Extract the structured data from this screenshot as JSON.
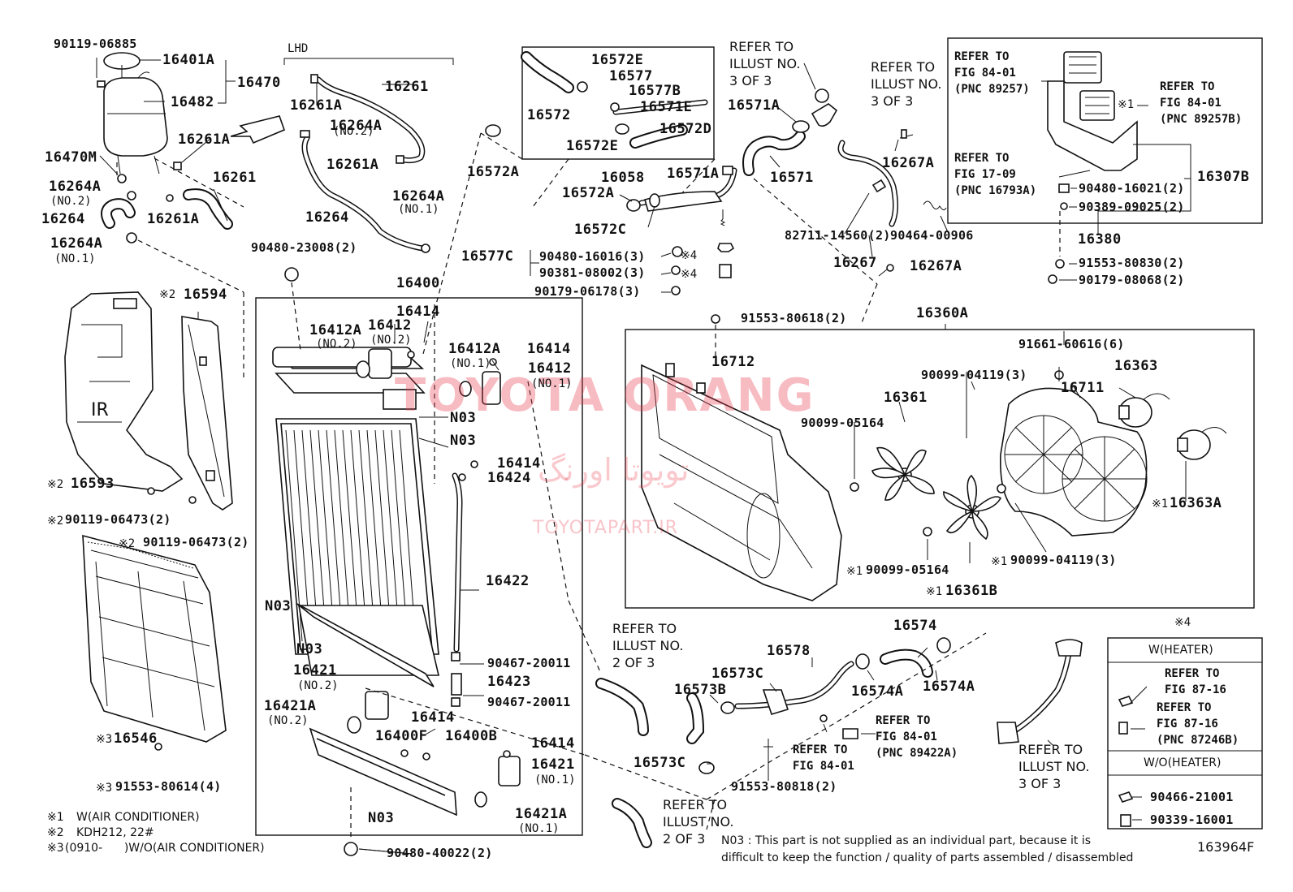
{
  "diagram": {
    "drawing_code": "163964F",
    "watermark": {
      "brand": "TOYOTA ORANG",
      "persian": "تویوتا اورنگ",
      "site": "TOYOTAPART.IR"
    },
    "section_lhd": "LHD",
    "part_labels": [
      {
        "id": "p01",
        "text": "90119-06885",
        "cls": "pn-s"
      },
      {
        "id": "p02",
        "text": "16401A",
        "cls": "pn"
      },
      {
        "id": "p03",
        "text": "16470",
        "cls": "pn"
      },
      {
        "id": "p04",
        "text": "16482",
        "cls": "pn"
      },
      {
        "id": "p05",
        "text": "16470M",
        "cls": "pn"
      },
      {
        "id": "p06",
        "text": "16261A",
        "cls": "pn"
      },
      {
        "id": "p07",
        "text": "16264A",
        "cls": "pn"
      },
      {
        "id": "p08",
        "text": "16261",
        "cls": "pn"
      },
      {
        "id": "p09",
        "text": "16264",
        "cls": "pn"
      },
      {
        "id": "p10",
        "text": "16261A",
        "cls": "pn"
      },
      {
        "id": "p11",
        "text": "16264A",
        "cls": "pn"
      },
      {
        "id": "p12",
        "text": "16261",
        "cls": "pn"
      },
      {
        "id": "p13",
        "text": "16261A",
        "cls": "pn"
      },
      {
        "id": "p14",
        "text": "16264A",
        "cls": "pn"
      },
      {
        "id": "p15",
        "text": "16261A",
        "cls": "pn"
      },
      {
        "id": "p16",
        "text": "16264",
        "cls": "pn"
      },
      {
        "id": "p17",
        "text": "16264A",
        "cls": "pn"
      },
      {
        "id": "p18",
        "text": "90480-23008(2)",
        "cls": "pn-s"
      },
      {
        "id": "p19",
        "text": "16400",
        "cls": "pn"
      },
      {
        "id": "p20",
        "text": "16414",
        "cls": "pn"
      },
      {
        "id": "p21",
        "text": "16412A",
        "cls": "pn"
      },
      {
        "id": "p22",
        "text": "16412",
        "cls": "pn"
      },
      {
        "id": "p23",
        "text": "16412A",
        "cls": "pn"
      },
      {
        "id": "p24",
        "text": "16414",
        "cls": "pn"
      },
      {
        "id": "p25",
        "text": "16412",
        "cls": "pn"
      },
      {
        "id": "p26",
        "text": "N03",
        "cls": "pn"
      },
      {
        "id": "p27",
        "text": "N03",
        "cls": "pn"
      },
      {
        "id": "p28",
        "text": "16414",
        "cls": "pn"
      },
      {
        "id": "p29",
        "text": "16424",
        "cls": "pn"
      },
      {
        "id": "p30",
        "text": "16422",
        "cls": "pn"
      },
      {
        "id": "p31",
        "text": "N03",
        "cls": "pn"
      },
      {
        "id": "p32",
        "text": "N03",
        "cls": "pn"
      },
      {
        "id": "p33",
        "text": "90467-20011",
        "cls": "pn-s"
      },
      {
        "id": "p34",
        "text": "16423",
        "cls": "pn"
      },
      {
        "id": "p35",
        "text": "90467-20011",
        "cls": "pn-s"
      },
      {
        "id": "p36",
        "text": "16421",
        "cls": "pn"
      },
      {
        "id": "p37",
        "text": "16421A",
        "cls": "pn"
      },
      {
        "id": "p38",
        "text": "16414",
        "cls": "pn"
      },
      {
        "id": "p39",
        "text": "16400F",
        "cls": "pn"
      },
      {
        "id": "p40",
        "text": "16400B",
        "cls": "pn"
      },
      {
        "id": "p41",
        "text": "16414",
        "cls": "pn"
      },
      {
        "id": "p42",
        "text": "16421",
        "cls": "pn"
      },
      {
        "id": "p43",
        "text": "16421A",
        "cls": "pn"
      },
      {
        "id": "p44",
        "text": "N03",
        "cls": "pn"
      },
      {
        "id": "p45",
        "text": "90480-40022(2)",
        "cls": "pn-s"
      },
      {
        "id": "p46",
        "text": "16594",
        "cls": "pn"
      },
      {
        "id": "p47",
        "text": "16593",
        "cls": "pn"
      },
      {
        "id": "p48",
        "text": "90119-06473(2)",
        "cls": "pn-s"
      },
      {
        "id": "p49",
        "text": "90119-06473(2)",
        "cls": "pn-s"
      },
      {
        "id": "p50",
        "text": "16546",
        "cls": "pn"
      },
      {
        "id": "p51",
        "text": "91553-80614(4)",
        "cls": "pn-s"
      },
      {
        "id": "p52",
        "text": "16572E",
        "cls": "pn"
      },
      {
        "id": "p53",
        "text": "16577",
        "cls": "pn"
      },
      {
        "id": "p54",
        "text": "16577B",
        "cls": "pn"
      },
      {
        "id": "p55",
        "text": "16572",
        "cls": "pn"
      },
      {
        "id": "p56",
        "text": "16571E",
        "cls": "pn"
      },
      {
        "id": "p57",
        "text": "16572D",
        "cls": "pn"
      },
      {
        "id": "p58",
        "text": "16572E",
        "cls": "pn"
      },
      {
        "id": "p59",
        "text": "16572A",
        "cls": "pn"
      },
      {
        "id": "p60",
        "text": "16058",
        "cls": "pn"
      },
      {
        "id": "p61",
        "text": "16571A",
        "cls": "pn"
      },
      {
        "id": "p62",
        "text": "16572A",
        "cls": "pn"
      },
      {
        "id": "p63",
        "text": "16572C",
        "cls": "pn"
      },
      {
        "id": "p64",
        "text": "16577C",
        "cls": "pn"
      },
      {
        "id": "p65",
        "text": "90480-16016(3)",
        "cls": "pn-s"
      },
      {
        "id": "p66",
        "text": "90381-08002(3)",
        "cls": "pn-s"
      },
      {
        "id": "p67",
        "text": "90179-06178(3)",
        "cls": "pn-s"
      },
      {
        "id": "p68",
        "text": "16571A",
        "cls": "pn"
      },
      {
        "id": "p69",
        "text": "16571",
        "cls": "pn"
      },
      {
        "id": "p70",
        "text": "16267A",
        "cls": "pn"
      },
      {
        "id": "p71",
        "text": "82711-14560(2)",
        "cls": "pn-s"
      },
      {
        "id": "p72",
        "text": "90464-00906",
        "cls": "pn-s"
      },
      {
        "id": "p73",
        "text": "16267",
        "cls": "pn"
      },
      {
        "id": "p74",
        "text": "16267A",
        "cls": "pn"
      },
      {
        "id": "p75",
        "text": "16307B",
        "cls": "pn"
      },
      {
        "id": "p76",
        "text": "90480-16021(2)",
        "cls": "pn-s"
      },
      {
        "id": "p77",
        "text": "90389-09025(2)",
        "cls": "pn-s"
      },
      {
        "id": "p78",
        "text": "16380",
        "cls": "pn"
      },
      {
        "id": "p79",
        "text": "91553-80830(2)",
        "cls": "pn-s"
      },
      {
        "id": "p80",
        "text": "90179-08068(2)",
        "cls": "pn-s"
      },
      {
        "id": "p81",
        "text": "91553-80618(2)",
        "cls": "pn-s"
      },
      {
        "id": "p82",
        "text": "16360A",
        "cls": "pn"
      },
      {
        "id": "p83",
        "text": "91661-60616(6)",
        "cls": "pn-s"
      },
      {
        "id": "p84",
        "text": "16712",
        "cls": "pn"
      },
      {
        "id": "p85",
        "text": "90099-04119(3)",
        "cls": "pn-s"
      },
      {
        "id": "p86",
        "text": "16363",
        "cls": "pn"
      },
      {
        "id": "p87",
        "text": "16361",
        "cls": "pn"
      },
      {
        "id": "p88",
        "text": "16711",
        "cls": "pn"
      },
      {
        "id": "p89",
        "text": "90099-05164",
        "cls": "pn-s"
      },
      {
        "id": "p90",
        "text": "16363A",
        "cls": "pn"
      },
      {
        "id": "p91",
        "text": "90099-04119(3)",
        "cls": "pn-s"
      },
      {
        "id": "p92",
        "text": "90099-05164",
        "cls": "pn-s"
      },
      {
        "id": "p93",
        "text": "16361B",
        "cls": "pn"
      },
      {
        "id": "p94",
        "text": "16574",
        "cls": "pn"
      },
      {
        "id": "p95",
        "text": "16578",
        "cls": "pn"
      },
      {
        "id": "p96",
        "text": "16573C",
        "cls": "pn"
      },
      {
        "id": "p97",
        "text": "16573B",
        "cls": "pn"
      },
      {
        "id": "p98",
        "text": "16574A",
        "cls": "pn"
      },
      {
        "id": "p99",
        "text": "16574A",
        "cls": "pn"
      },
      {
        "id": "p100",
        "text": "91553-80818(2)",
        "cls": "pn-s"
      },
      {
        "id": "p101",
        "text": "16573C",
        "cls": "pn"
      },
      {
        "id": "p102",
        "text": "90466-21001",
        "cls": "pn-s"
      },
      {
        "id": "p103",
        "text": "90339-16001",
        "cls": "pn-s"
      }
    ],
    "sub_labels": [
      {
        "id": "s01",
        "text": "(NO.2)"
      },
      {
        "id": "s02",
        "text": "(NO.1)"
      },
      {
        "id": "s03",
        "text": "(NO.2)"
      },
      {
        "id": "s04",
        "text": "(NO.1)"
      },
      {
        "id": "s05",
        "text": "(NO.2)"
      },
      {
        "id": "s06",
        "text": "(NO.2)"
      },
      {
        "id": "s07",
        "text": "(NO.1)"
      },
      {
        "id": "s08",
        "text": "(NO.1)"
      },
      {
        "id": "s09",
        "text": "(NO.2)"
      },
      {
        "id": "s10",
        "text": "(NO.2)"
      },
      {
        "id": "s11",
        "text": "(NO.1)"
      },
      {
        "id": "s12",
        "text": "(NO.1)"
      }
    ],
    "marks": [
      {
        "id": "m01",
        "text": "※2"
      },
      {
        "id": "m02",
        "text": "※2"
      },
      {
        "id": "m03",
        "text": "※2"
      },
      {
        "id": "m04",
        "text": "※2"
      },
      {
        "id": "m05",
        "text": "※3"
      },
      {
        "id": "m06",
        "text": "※3"
      },
      {
        "id": "m07",
        "text": "※4"
      },
      {
        "id": "m08",
        "text": "※4"
      },
      {
        "id": "m09",
        "text": "※1"
      },
      {
        "id": "m10",
        "text": "※1"
      },
      {
        "id": "m11",
        "text": "※1"
      },
      {
        "id": "m12",
        "text": "※1"
      },
      {
        "id": "m13",
        "text": "※1"
      },
      {
        "id": "m14",
        "text": "※4"
      }
    ],
    "refer_texts": [
      {
        "id": "r01",
        "text": "REFER TO\nILLUST NO.\n3 OF 3"
      },
      {
        "id": "r02",
        "text": "REFER TO\nILLUST NO.\n3 OF 3"
      },
      {
        "id": "r03",
        "text": "REFER TO\nILLUST NO.\n2 OF 3"
      },
      {
        "id": "r04",
        "text": "REFER TO\nILLUST NO.\n2 OF 3"
      },
      {
        "id": "r05",
        "text": "REFER TO\nILLUST NO.\n3 OF 3"
      }
    ],
    "refer_fig": [
      {
        "id": "f01",
        "text": "REFER TO\nFIG 84-01\n(PNC 89257)"
      },
      {
        "id": "f02",
        "text": "REFER TO\nFIG 84-01\n(PNC 89257B)"
      },
      {
        "id": "f03",
        "text": "REFER TO\nFIG 17-09\n(PNC 16793A)"
      },
      {
        "id": "f04",
        "text": "REFER TO\nFIG 84-01\n(PNC 89422A)"
      },
      {
        "id": "f05",
        "text": "REFER TO\nFIG 84-01"
      },
      {
        "id": "f06",
        "text": "REFER TO\nFIG 87-16"
      },
      {
        "id": "f07",
        "text": "REFER TO\nFIG 87-16\n(PNC 87246B)"
      }
    ],
    "legend_box": {
      "heading": "※4",
      "w_heater": "W(HEATER)",
      "wo_heater": "W/O(HEATER)"
    },
    "footnotes": [
      {
        "mark": "※1",
        "text": "W(AIR CONDITIONER)"
      },
      {
        "mark": "※2",
        "text": "KDH212, 22#"
      },
      {
        "mark": "※3",
        "text": "(0910-      )W/O(AIR CONDITIONER)"
      }
    ],
    "n03_note": {
      "line1": "N03 : This part is not supplied as an individual part, because it is",
      "line2": "difficult to keep the function / quality of parts assembled / disassembled"
    }
  }
}
